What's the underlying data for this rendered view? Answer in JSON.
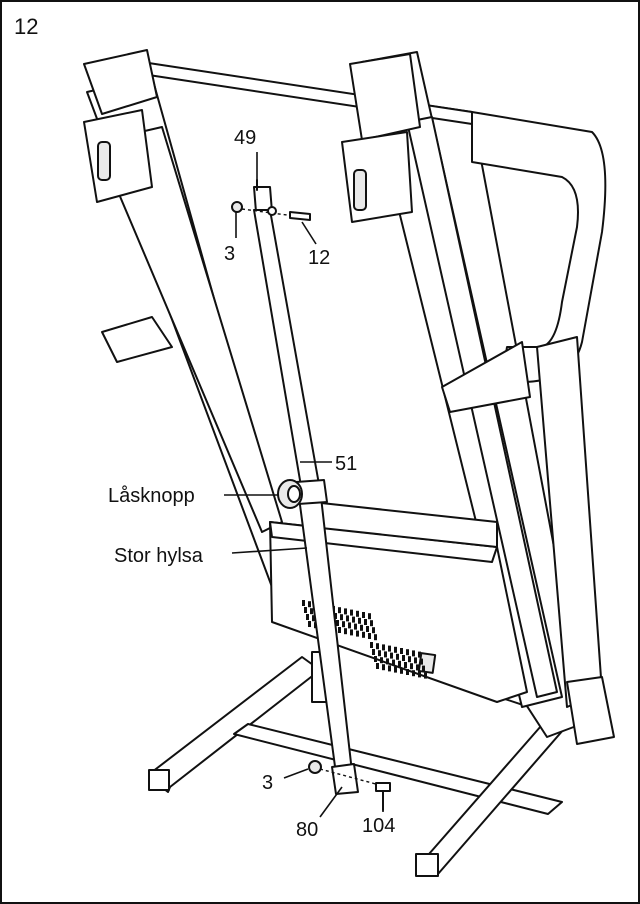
{
  "step": {
    "number": "12"
  },
  "callouts": {
    "part_49": "49",
    "part_3_top": "3",
    "part_12": "12",
    "part_51": "51",
    "lock_knob": "Låsknopp",
    "large_sleeve": "Stor hylsa",
    "part_3_bottom": "3",
    "part_80": "80",
    "part_104": "104"
  }
}
